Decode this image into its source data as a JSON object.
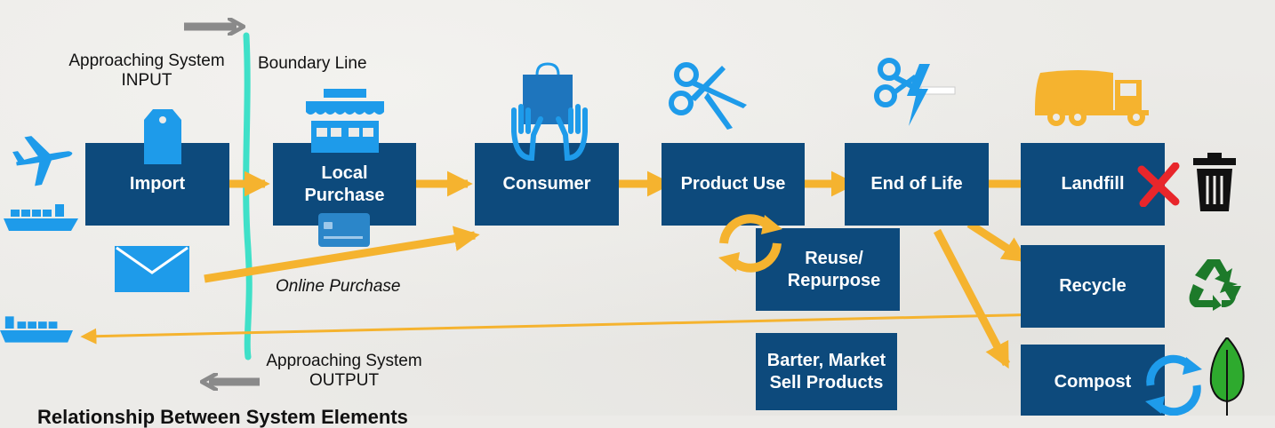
{
  "labels": {
    "input": "Approaching System\nINPUT",
    "boundary": "Boundary Line",
    "output": "Approaching System\nOUTPUT",
    "online": "Online Purchase",
    "footer": "Relationship Between System Elements"
  },
  "boxes": {
    "import": "Import",
    "local": "Local\nPurchase",
    "consumer": "Consumer",
    "product_use": "Product Use",
    "end_of_life": "End of Life",
    "landfill": "Landfill",
    "reuse": "Reuse/\nRepurpose",
    "recycle": "Recycle",
    "barter": "Barter, Market\nSell Products",
    "compost": "Compost"
  },
  "colors": {
    "box": "#0d4a7c",
    "arrow": "#f5b32f",
    "boundary": "#3fe0c8",
    "icon_blue": "#1e9bea",
    "recycle_green": "#1d7a2a",
    "leaf_green": "#2eaa2e",
    "red_x": "#e8262b"
  },
  "icons": [
    "airplane-icon",
    "ship-icon",
    "envelope-icon",
    "price-tag-icon",
    "store-icon",
    "credit-card-icon",
    "shopping-bag-hands-icon",
    "scissors-icon",
    "scissors-lightning-icon",
    "garbage-truck-icon",
    "trash-can-icon",
    "red-x-icon",
    "recycle-icon",
    "leaf-icon",
    "cycle-arrows-icon"
  ]
}
